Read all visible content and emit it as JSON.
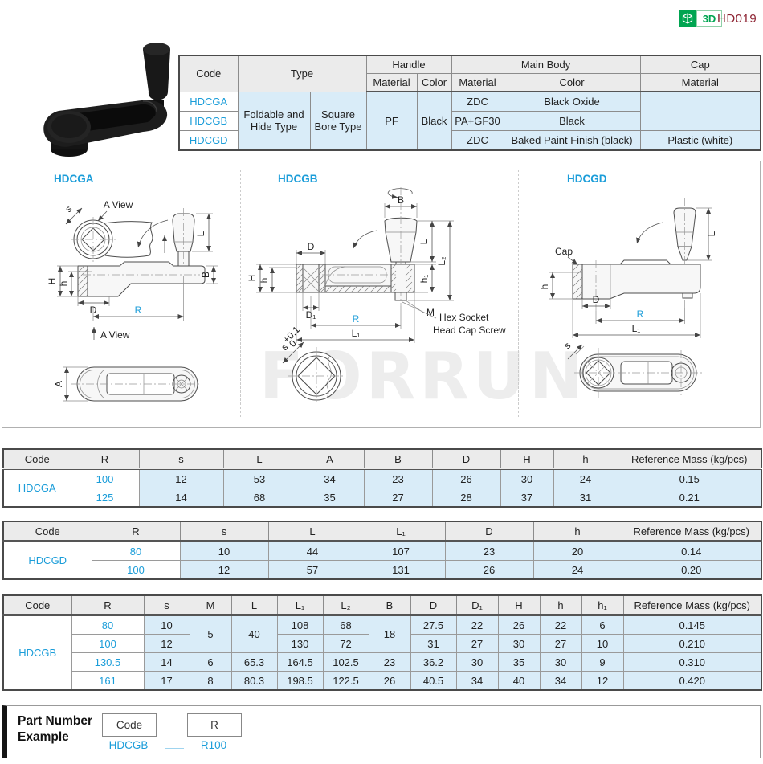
{
  "header": {
    "badge_3d": "3D",
    "page_code": "HD019"
  },
  "colors": {
    "accent_blue": "#1b9dd9",
    "light_blue_bg": "#d9ecf8",
    "header_gray": "#ebebeb",
    "badge_green": "#00a551",
    "code_red": "#8c2130"
  },
  "spec": {
    "h_code": "Code",
    "h_type": "Type",
    "h_handle": "Handle",
    "h_body": "Main Body",
    "h_cap": "Cap",
    "h_material": "Material",
    "h_color": "Color",
    "codes": [
      "HDCGA",
      "HDCGB",
      "HDCGD"
    ],
    "type_a": "Foldable and Hide Type",
    "type_b": "Square Bore Type",
    "handle_mat": "PF",
    "handle_col": "Black",
    "body_mats": [
      "ZDC",
      "PA+GF30",
      "ZDC"
    ],
    "body_cols": [
      "Black Oxide",
      "Black",
      "Baked Paint Finish (black)"
    ],
    "cap_12": "—",
    "cap_3": "Plastic (white)"
  },
  "drw": {
    "watermark": "FORRUN",
    "a": {
      "title": "HDCGA",
      "aview": "A View",
      "aview2": "A View",
      "s": "s",
      "L": "L",
      "B": "B",
      "H": "H",
      "h": "h",
      "D": "D",
      "R": "R",
      "A": "A"
    },
    "b": {
      "title": "HDCGB",
      "B": "B",
      "L": "L",
      "L2": "L₂",
      "h1": "h₁",
      "M": "M",
      "D": "D",
      "H": "H",
      "h": "h",
      "D1": "D₁",
      "R": "R",
      "L1": "L₁",
      "s": "s",
      "tol_up": "+0.1",
      "tol_dn": "0",
      "note1": "Hex Socket",
      "note2": "Head Cap Screw"
    },
    "d": {
      "title": "HDCGD",
      "cap": "Cap",
      "L": "L",
      "h": "h",
      "D": "D",
      "R": "R",
      "L1": "L₁",
      "s": "s"
    }
  },
  "ta": {
    "h": [
      "Code",
      "R",
      "s",
      "L",
      "A",
      "B",
      "D",
      "H",
      "h",
      "Reference Mass (kg/pcs)"
    ],
    "code": "HDCGA",
    "rows": [
      [
        "100",
        "12",
        "53",
        "34",
        "23",
        "26",
        "30",
        "24",
        "0.15"
      ],
      [
        "125",
        "14",
        "68",
        "35",
        "27",
        "28",
        "37",
        "31",
        "0.21"
      ]
    ]
  },
  "td": {
    "h": [
      "Code",
      "R",
      "s",
      "L",
      "L₁",
      "D",
      "h",
      "Reference Mass (kg/pcs)"
    ],
    "code": "HDCGD",
    "rows": [
      [
        "80",
        "10",
        "44",
        "107",
        "23",
        "20",
        "0.14"
      ],
      [
        "100",
        "12",
        "57",
        "131",
        "26",
        "24",
        "0.20"
      ]
    ]
  },
  "tb": {
    "h": [
      "Code",
      "R",
      "s",
      "M",
      "L",
      "L₁",
      "L₂",
      "B",
      "D",
      "D₁",
      "H",
      "h",
      "h₁",
      "Reference Mass (kg/pcs)"
    ],
    "code": "HDCGB",
    "rows": [
      [
        "80",
        "10",
        "5",
        "40",
        "108",
        "68",
        "18",
        "27.5",
        "22",
        "26",
        "22",
        "6",
        "0.145"
      ],
      [
        "100",
        "12",
        "130",
        "72",
        "31",
        "27",
        "30",
        "27",
        "10",
        "0.210"
      ],
      [
        "130.5",
        "14",
        "6",
        "65.3",
        "164.5",
        "102.5",
        "23",
        "36.2",
        "30",
        "35",
        "30",
        "9",
        "0.310"
      ],
      [
        "161",
        "17",
        "8",
        "80.3",
        "198.5",
        "122.5",
        "26",
        "40.5",
        "34",
        "40",
        "34",
        "12",
        "0.420"
      ]
    ]
  },
  "pn": {
    "l1": "Part Number",
    "l2": "Example",
    "box_code": "Code",
    "box_r": "R",
    "code_val": "HDCGB",
    "r_val": "R100"
  }
}
